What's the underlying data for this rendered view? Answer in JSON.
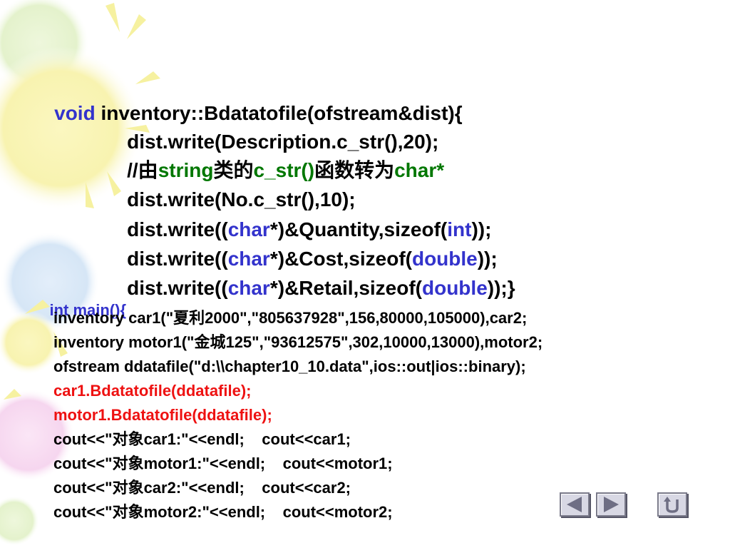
{
  "slide": {
    "background_colors": {
      "accent_yellow": "#f5f29a",
      "accent_blue": "#cfe3f5",
      "accent_green": "#dff0c2",
      "accent_pink": "#f7d3ee"
    },
    "code_colors": {
      "text": "#000000",
      "keyword": "#3333cc",
      "comment": "#007700",
      "highlight": "#ee1111"
    },
    "func": {
      "l1": {
        "kw": "void",
        "rest": " inventory::Bdatatofile(ofstream&dist){"
      },
      "l2": {
        "text": "dist.write(Description.c_str(),20);"
      },
      "l3": {
        "a": "//由",
        "b": "string",
        "c": "类的",
        "d": "c_str()",
        "e": "函数转为",
        "f": "char*"
      },
      "l4": {
        "text": "dist.write(No.c_str(),10);"
      },
      "l5": {
        "pre": "dist.write((",
        "kw1": "char",
        "mid": "*)&Quantity,sizeof(",
        "kw2": "int",
        "end": "));"
      },
      "l6": {
        "pre": "dist.write((",
        "kw1": "char",
        "mid": "*)&Cost,sizeof(",
        "kw2": "double",
        "end": "));"
      },
      "l7": {
        "pre": "dist.write((",
        "kw1": "char",
        "mid": "*)&Retail,sizeof(",
        "kw2": "double",
        "end": "));}"
      }
    },
    "main": {
      "l1": {
        "kw": "int",
        "rest": " main(){"
      },
      "l2": "inventory car1(\"夏利2000\",\"805637928\",156,80000,105000),car2;",
      "l3": "inventory motor1(\"金城125\",\"93612575\",302,10000,13000),motor2;",
      "l4": "ofstream ddatafile(\"d:\\\\chapter10_10.data\",ios::out|ios::binary);",
      "l5": "car1.Bdatatofile(ddatafile);",
      "l6": "motor1.Bdatatofile(ddatafile);",
      "l7": "cout<<\"对象car1:\"<<endl;    cout<<car1;",
      "l8": "cout<<\"对象motor1:\"<<endl;    cout<<motor1;",
      "l9": "cout<<\"对象car2:\"<<endl;    cout<<car2;",
      "l10": "cout<<\"对象motor2:\"<<endl;    cout<<motor2;"
    },
    "nav": {
      "prev_icon": "triangle-left-icon",
      "next_icon": "triangle-right-icon",
      "return_icon": "u-turn-return-icon"
    }
  }
}
